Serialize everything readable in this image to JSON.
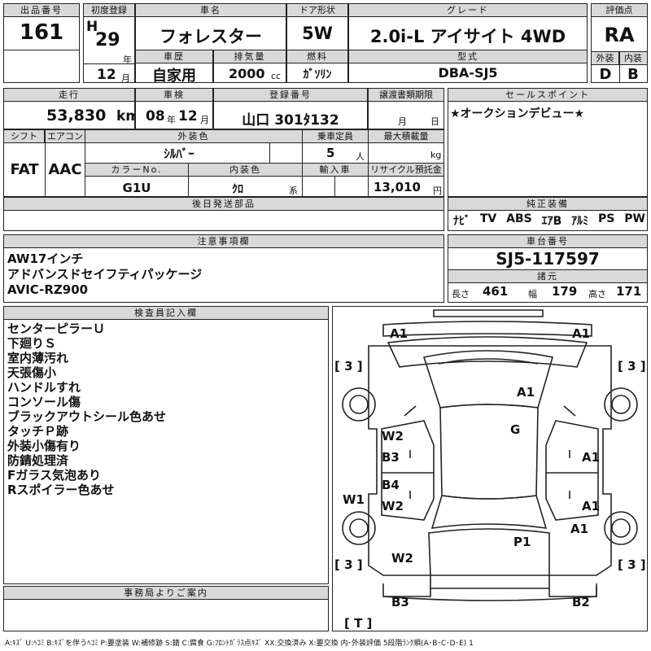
{
  "headers": {
    "lot": "出品番号",
    "first_reg": "初度登録",
    "car_name": "車名",
    "door": "ドア形状",
    "grade": "グレード",
    "score": "評価点",
    "history": "車歴",
    "displacement": "排気量",
    "fuel": "燃料",
    "model_type": "型式",
    "exterior": "外装",
    "interior": "内装",
    "mileage": "走行",
    "inspection": "車検",
    "registration": "登録番号",
    "transfer": "譲渡書類期限",
    "sales_point": "セールスポイント",
    "shift": "シフト",
    "aircon": "エアコン",
    "ext_color": "外装色",
    "capacity": "乗車定員",
    "max_load": "最大積載量",
    "color_no": "カラーNo.",
    "int_color": "内装色",
    "import": "輸入車",
    "recycle": "リサイクル預託金",
    "later_parts": "後日発送部品",
    "genuine": "純正装備",
    "notes": "注意事項欄",
    "chassis": "車台番号",
    "specs": "諸元",
    "inspector": "検査員記入欄",
    "office": "事務局よりご案内"
  },
  "lot_number": "161",
  "first_reg": {
    "era": "H",
    "year": "29",
    "year_unit": "年",
    "month": "12",
    "month_unit": "月"
  },
  "car_name": "フォレスター",
  "door": "5W",
  "grade": "2.0i-L アイサイト 4WD",
  "score": "RA",
  "history": "自家用",
  "displacement": "2000",
  "displacement_unit": "cc",
  "fuel": "ｶﾞｿﾘﾝ",
  "model_type": "DBA-SJ5",
  "exterior_score": "D",
  "interior_score": "B",
  "mileage": "53,830",
  "mileage_unit": "km",
  "inspection": {
    "year": "08",
    "year_unit": "年",
    "month": "12",
    "month_unit": "月"
  },
  "registration": "山口 301ﾀ132",
  "transfer": {
    "month_unit": "月",
    "day_unit": "日"
  },
  "sales_point": "★オークションデビュー★",
  "shift": "FAT",
  "aircon": "AAC",
  "ext_color": "ｼﾙﾊﾞｰ",
  "capacity": "5",
  "capacity_unit": "人",
  "max_load_unit": "kg",
  "color_no": "G1U",
  "int_color": "ｸﾛ",
  "int_color_unit": "系",
  "recycle": "13,010",
  "recycle_unit": "円",
  "genuine_items": [
    "ﾅﾋﾞ",
    "TV",
    "ABS",
    "ｴｱB",
    "ｱﾙﾐ",
    "PS",
    "PW"
  ],
  "notes": [
    "AW17インチ",
    "アドバンスドセイフティパッケージ",
    "AVIC-RZ900"
  ],
  "chassis_number": "SJ5-117597",
  "specs": {
    "length_label": "長さ",
    "length": "461",
    "width_label": "幅",
    "width": "179",
    "height_label": "高さ",
    "height": "171"
  },
  "inspector_notes": [
    "センターピラーＵ",
    "下廻りＳ",
    "室内薄汚れ",
    "天張傷小",
    "ハンドルすれ",
    "コンソール傷",
    "ブラックアウトシール色あせ",
    "タッチＰ跡",
    "外装小傷有り",
    "防錆処理済",
    "Fガラス気泡あり",
    "Rスポイラー色あせ"
  ],
  "diagram_marks": [
    "A1",
    "A1",
    "[ 3 ]",
    "[ 3 ]",
    "A1",
    "G",
    "W2",
    "B3",
    "A1",
    "W1",
    "B4",
    "W2",
    "A1",
    "A1",
    "P1",
    "[ 3 ]",
    "[ 3 ]",
    "W2",
    "B3",
    "B2",
    "[ T ]"
  ],
  "legend": "A:ｷｽﾞ U:ﾍｺﾐ B:ｷｽﾞを伴うﾍｺﾐ P:要塗装 W:補修跡 S:錆 C:腐食 G:ﾌﾛﾝﾄｶﾞﾗｽ点ｷｽﾞ XX:交換済み X:要交換 内･外装評価 5段階ﾗﾝｸ順(A･B･C･D･E) 1"
}
